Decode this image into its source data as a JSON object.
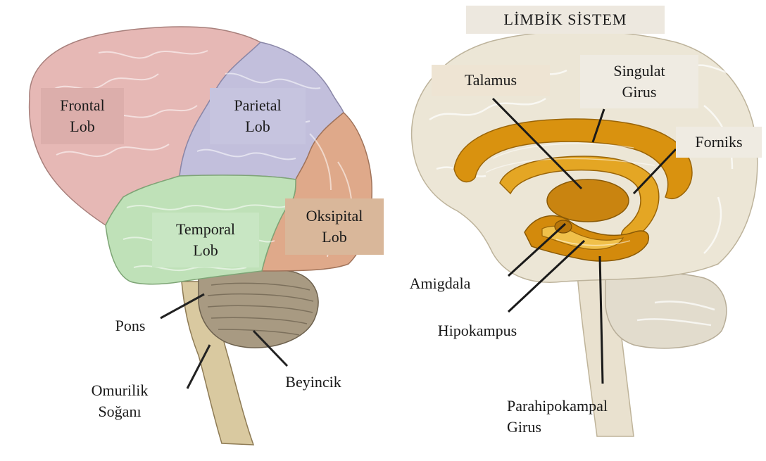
{
  "left_diagram": {
    "lobes": {
      "frontal": [
        "Frontal",
        "Lob"
      ],
      "parietal": [
        "Parietal",
        "Lob"
      ],
      "temporal": [
        "Temporal",
        "Lob"
      ],
      "occipital": [
        "Oksipital",
        "Lob"
      ]
    },
    "callouts": {
      "pons": "Pons",
      "medulla": [
        "Omurilik",
        "Soğanı"
      ],
      "cerebellum": "Beyincik"
    },
    "colors": {
      "frontal": "#e6b8b5",
      "parietal": "#c2bfdc",
      "temporal": "#bfe1b8",
      "occipital": "#dfa98a"
    }
  },
  "right_diagram": {
    "title": "LİMBİK SİSTEM",
    "callouts": {
      "thalamus": "Talamus",
      "cingulate": [
        "Singulat",
        "Girus"
      ],
      "fornix": "Forniks",
      "amygdala": "Amigdala",
      "hippocampus": "Hipokampus",
      "parahippocampal": [
        "Parahipokampal",
        "Girus"
      ]
    },
    "colors": {
      "limbic": "#d9920f",
      "brain": "#ece6d6"
    }
  }
}
